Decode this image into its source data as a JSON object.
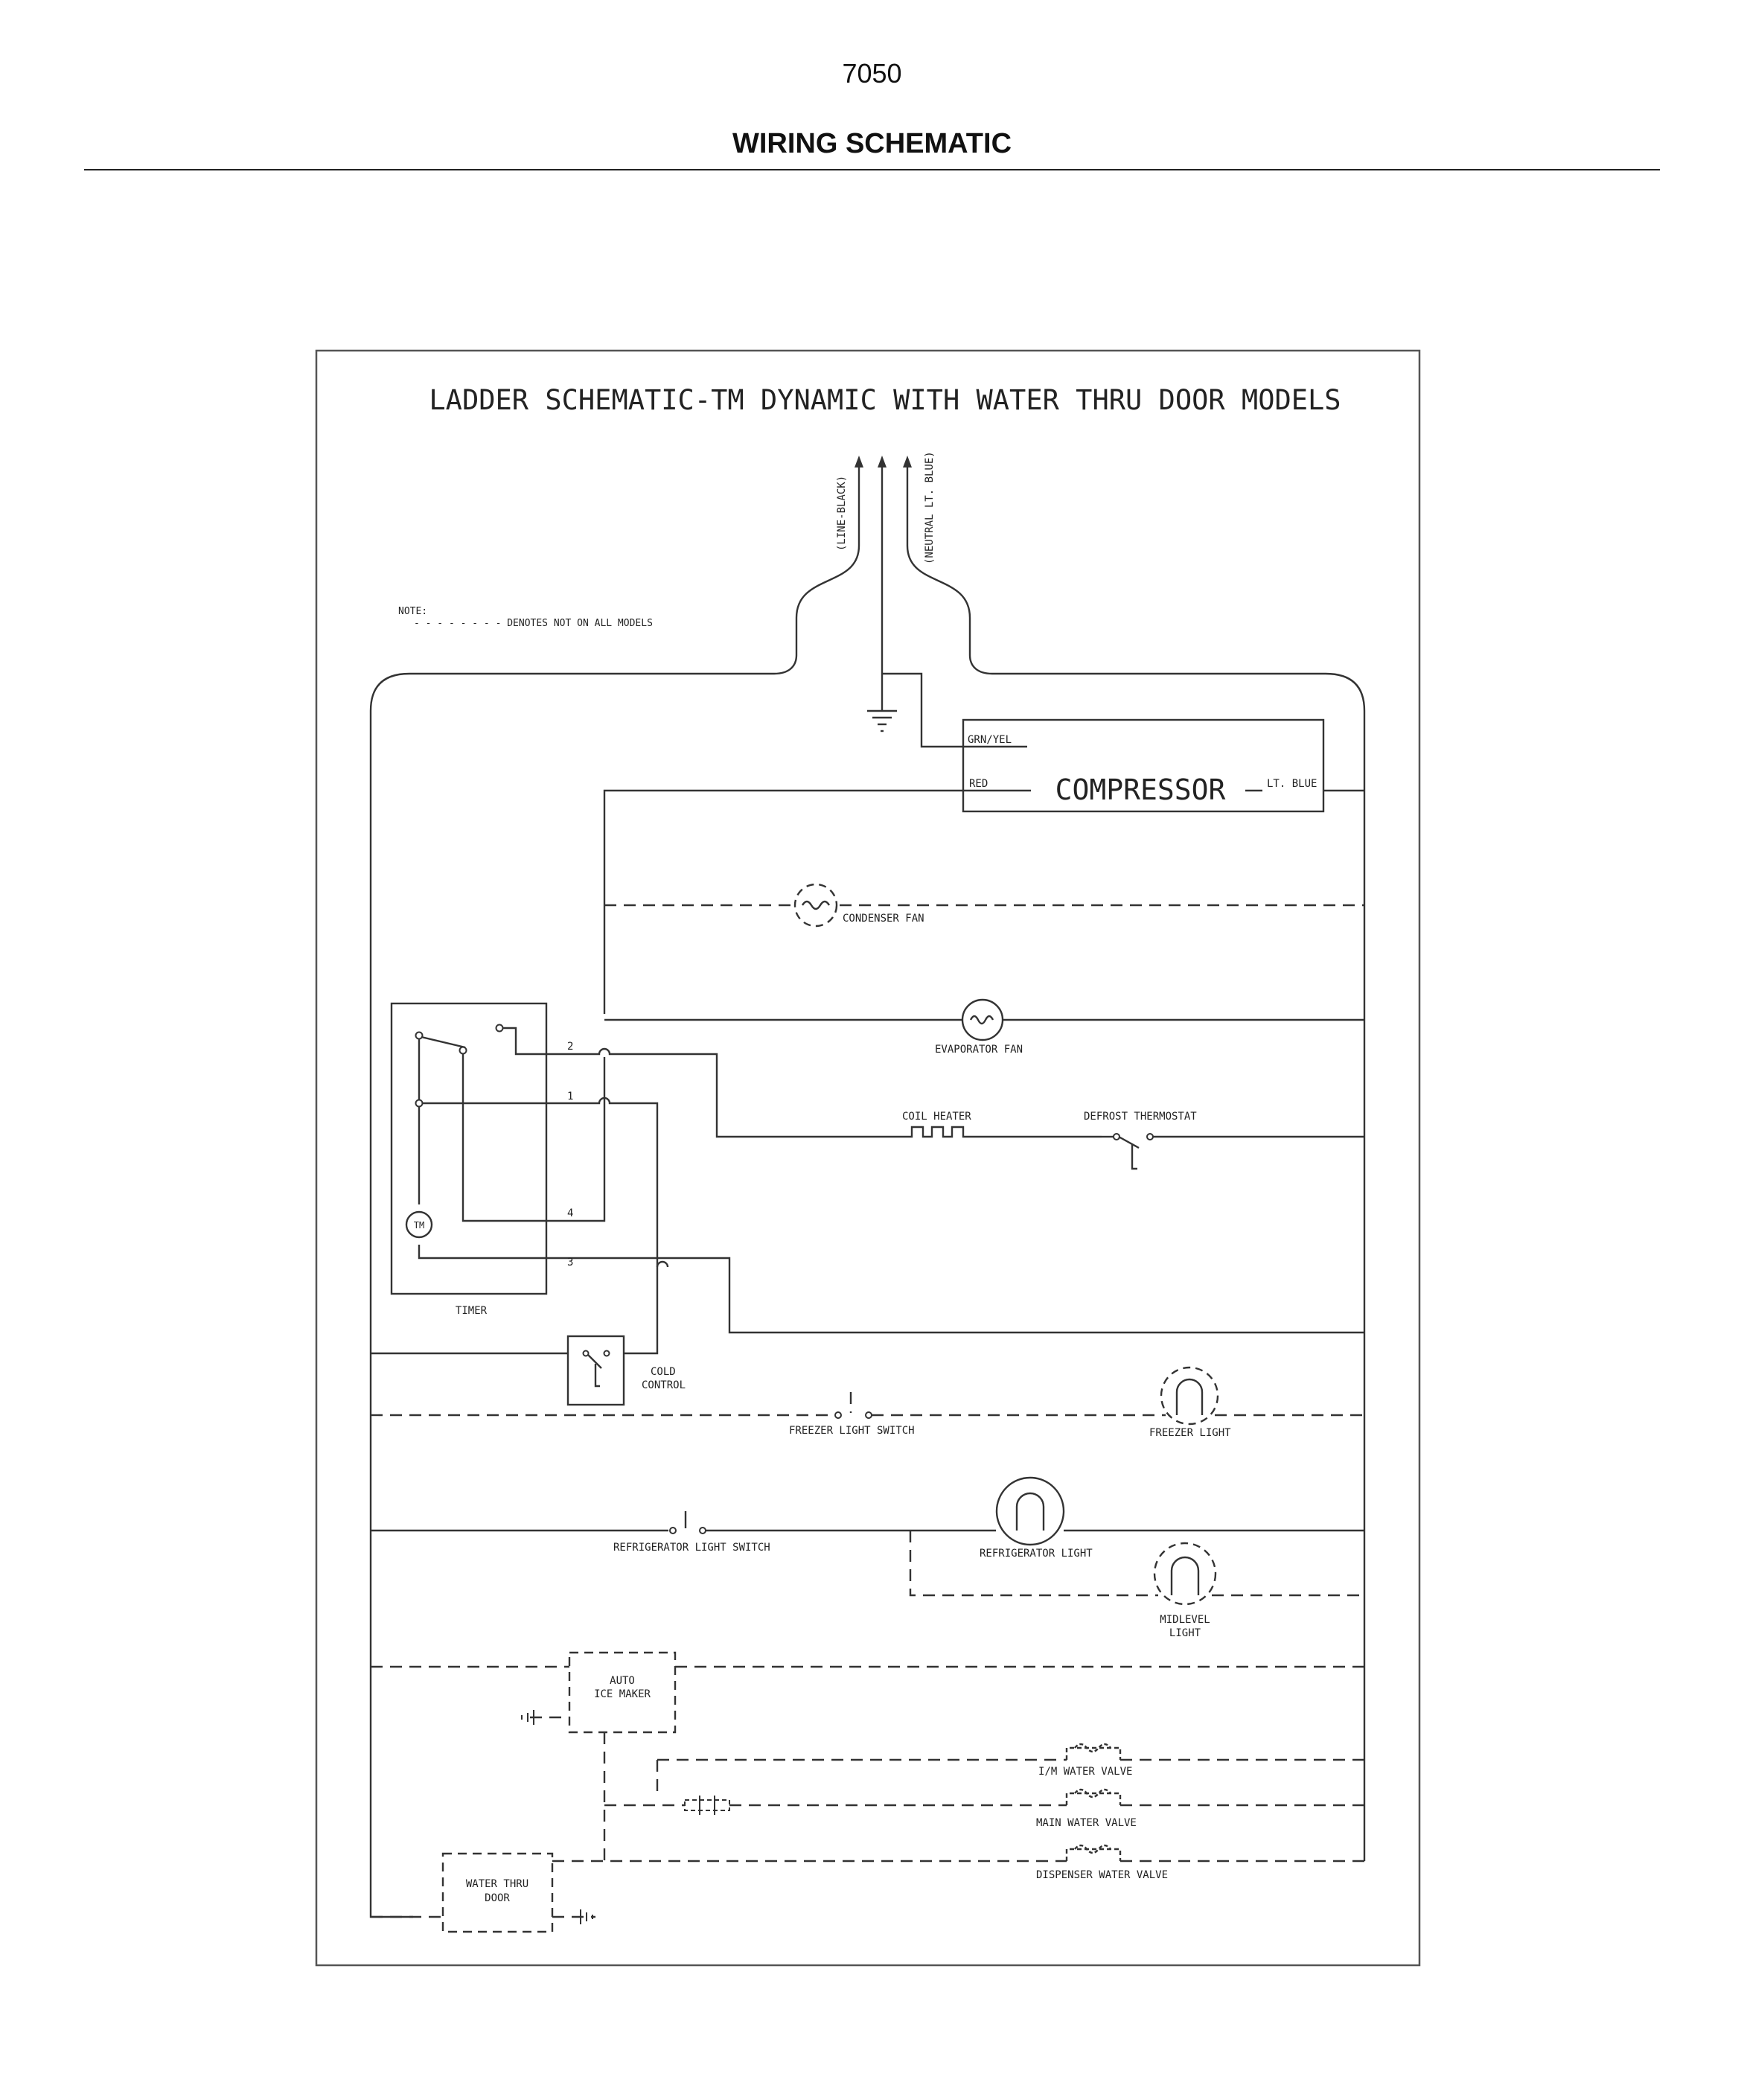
{
  "page": {
    "number": "7050",
    "title": "WIRING SCHEMATIC"
  },
  "schematic": {
    "title": "LADDER SCHEMATIC-TM DYNAMIC WITH WATER THRU DOOR MODELS",
    "line_label": "(LINE-BLACK)",
    "neutral_label": "(NEUTRAL LT. BLUE)",
    "note": {
      "heading": "NOTE:",
      "text": "- - - - - - - - DENOTES NOT ON ALL MODELS"
    },
    "compressor": {
      "label": "COMPRESSOR",
      "terminals": {
        "ground": "GRN/YEL",
        "red": "RED",
        "blue": "LT. BLUE"
      }
    },
    "components": {
      "condenser_fan": "CONDENSER FAN",
      "evaporator_fan": "EVAPORATOR FAN",
      "coil_heater": "COIL HEATER",
      "defrost_thermostat": "DEFROST THERMOSTAT",
      "timer": "TIMER",
      "timer_motor": "TM",
      "cold_control": [
        "COLD",
        "CONTROL"
      ],
      "freezer_light_switch": "FREEZER LIGHT SWITCH",
      "freezer_light": "FREEZER LIGHT",
      "refrigerator_light_switch": "REFRIGERATOR LIGHT SWITCH",
      "refrigerator_light": "REFRIGERATOR LIGHT",
      "midlevel_light": [
        "MIDLEVEL",
        "LIGHT"
      ],
      "auto_ice_maker": [
        "AUTO",
        "ICE MAKER"
      ],
      "im_water_valve": "I/M WATER VALVE",
      "main_water_valve": "MAIN WATER VALVE",
      "dispenser_water_valve": "DISPENSER WATER VALVE",
      "water_thru_door": [
        "WATER THRU",
        "DOOR"
      ]
    },
    "timer_terminals": [
      "2",
      "1",
      "4",
      "3"
    ]
  }
}
